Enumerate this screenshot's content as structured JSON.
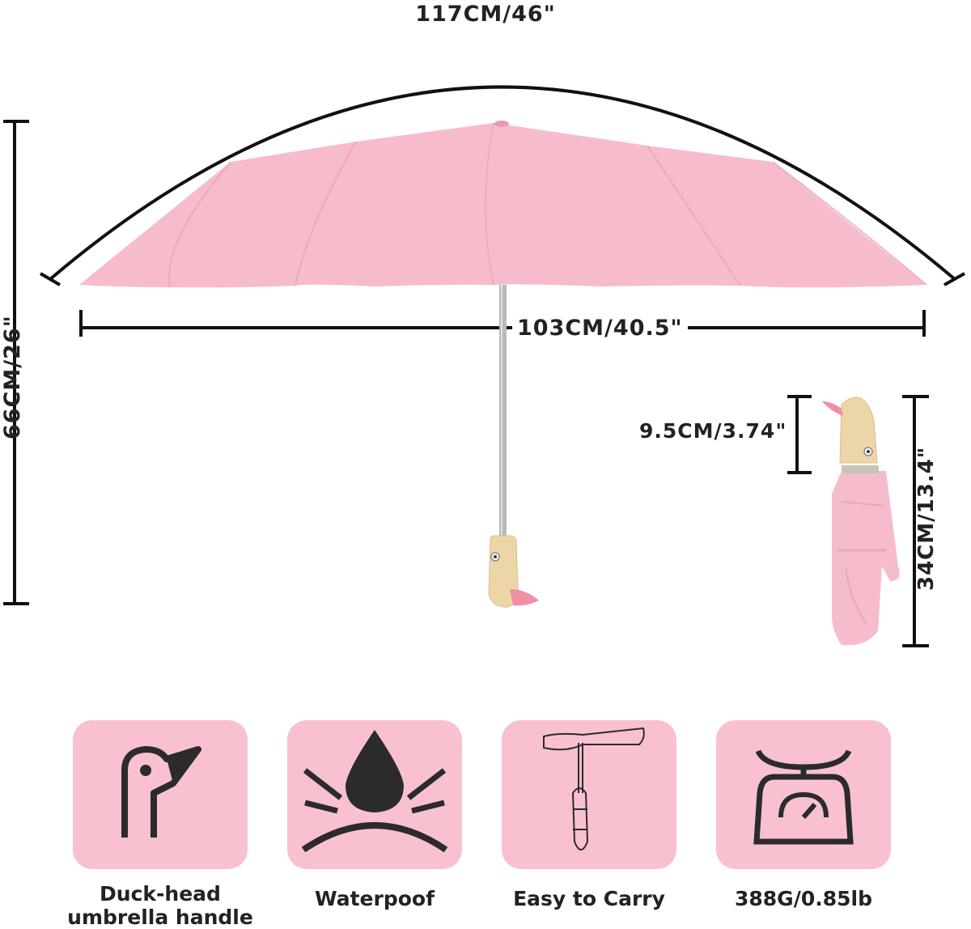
{
  "dimensions": {
    "arc_span": "117CM/46\"",
    "canopy_width": "103CM/40.5\"",
    "open_height": "66CM/26\"",
    "handle_length": "9.5CM/3.74\"",
    "folded_length": "34CM/13.4\""
  },
  "features": [
    {
      "icon": "duck-head-icon",
      "label": "Duck-head\numbrella handle"
    },
    {
      "icon": "water-drop-icon",
      "label": "Waterpoof"
    },
    {
      "icon": "carry-hand-icon",
      "label": "Easy to Carry"
    },
    {
      "icon": "weight-scale-icon",
      "label": "388G/0.85lb"
    }
  ],
  "colors": {
    "canopy": "#f7bccb",
    "tile": "#f9c1cf",
    "handle": "#ecd6a8",
    "ink": "#222222"
  }
}
